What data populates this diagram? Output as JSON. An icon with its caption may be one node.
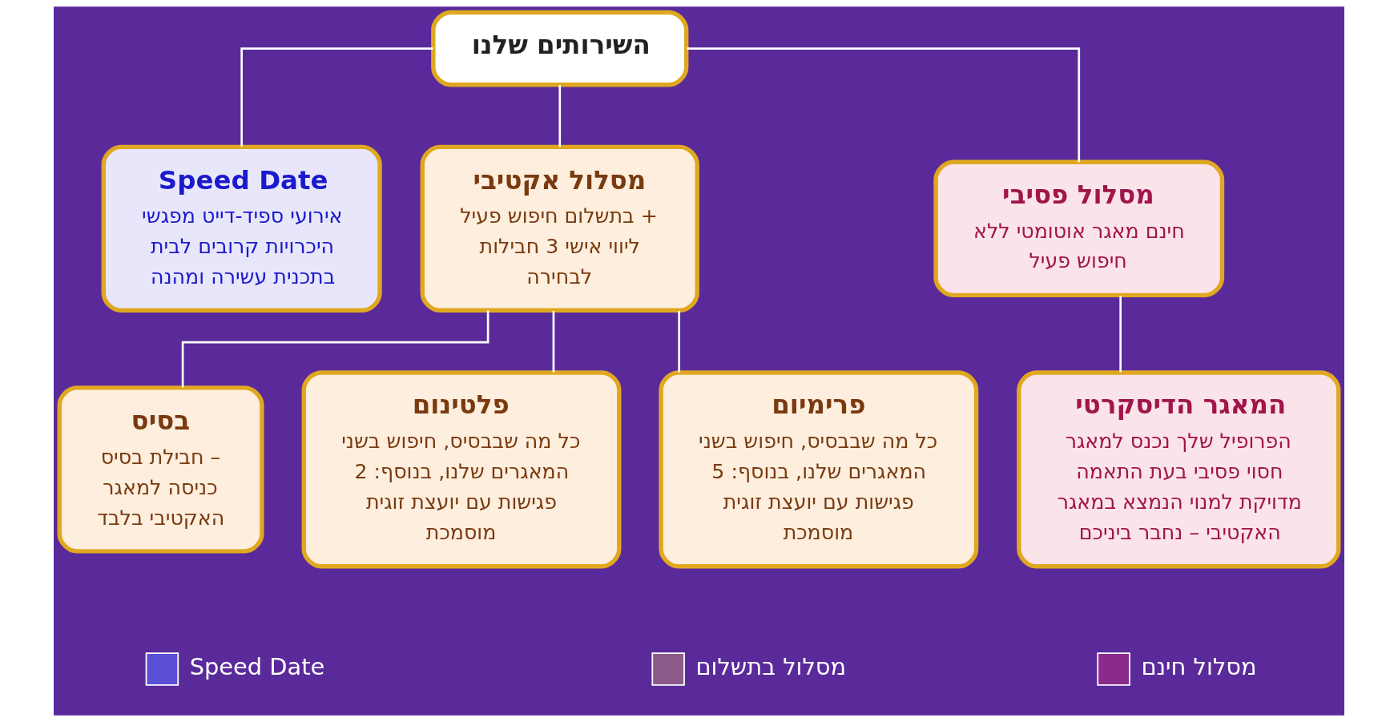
{
  "diagram": {
    "nodes": [
      {
        "text": [
          "השירותים שלנו"
        ]
      },
      {
        "text": [
          "Speed Date",
          "אירועי ספיד-דייט מפגשי היכרויות קרובים לבית בתכנית עשירה ומהנה"
        ]
      },
      {
        "text": [
          "מסלול אקטיבי",
          "בתשלום חיפוש פעיל + ליווי אישי 3 חבילות לבחירה"
        ]
      },
      {
        "text": [
          "מסלול פסיבי",
          "חינם מאגר אוטומטי ללא חיפוש פעיל"
        ]
      },
      {
        "text": [
          "בסיס",
          "חבילת בסיס – כניסה למאגר האקטיבי בלבד"
        ]
      },
      {
        "text": [
          "פלטינום",
          "כל מה שבבסיס, חיפוש בשני המאגרים שלנו, בנוסף: 2 פגישות עם יועצת זוגית מוסמכת"
        ]
      },
      {
        "text": [
          "פרימיום",
          "כל מה שבבסיס, חיפוש בשני המאגרים שלנו, בנוסף: 5 פגישות עם יועצת זוגית מוסמכת"
        ]
      },
      {
        "text": [
          "המאגר הדיסקרטי",
          "הפרופיל שלך נכנס למאגר חסוי פסיבי בעת התאמה מדויקת למנוי הנמצא במאגר האקטיבי – נחבר ביניכם"
        ]
      }
    ],
    "edges": [
      {
        "from": 0,
        "to": 1,
        "arrow": "none"
      },
      {
        "from": 0,
        "to": 2,
        "arrow": "none"
      },
      {
        "from": 0,
        "to": 3,
        "arrow": "none"
      },
      {
        "from": 2,
        "to": 4,
        "arrow": "none"
      },
      {
        "from": 2,
        "to": 5,
        "arrow": "none"
      },
      {
        "from": 2,
        "to": 6,
        "arrow": "none"
      },
      {
        "from": 3,
        "to": 7,
        "arrow": "none"
      }
    ],
    "legend": [
      {
        "text": "מסלול חינם",
        "color": "#8a2a8a"
      },
      {
        "text": "מסלול בתשלום",
        "color": "#8a5a8a"
      },
      {
        "text": "Speed Date",
        "color": "#5b4fd6"
      }
    ]
  }
}
